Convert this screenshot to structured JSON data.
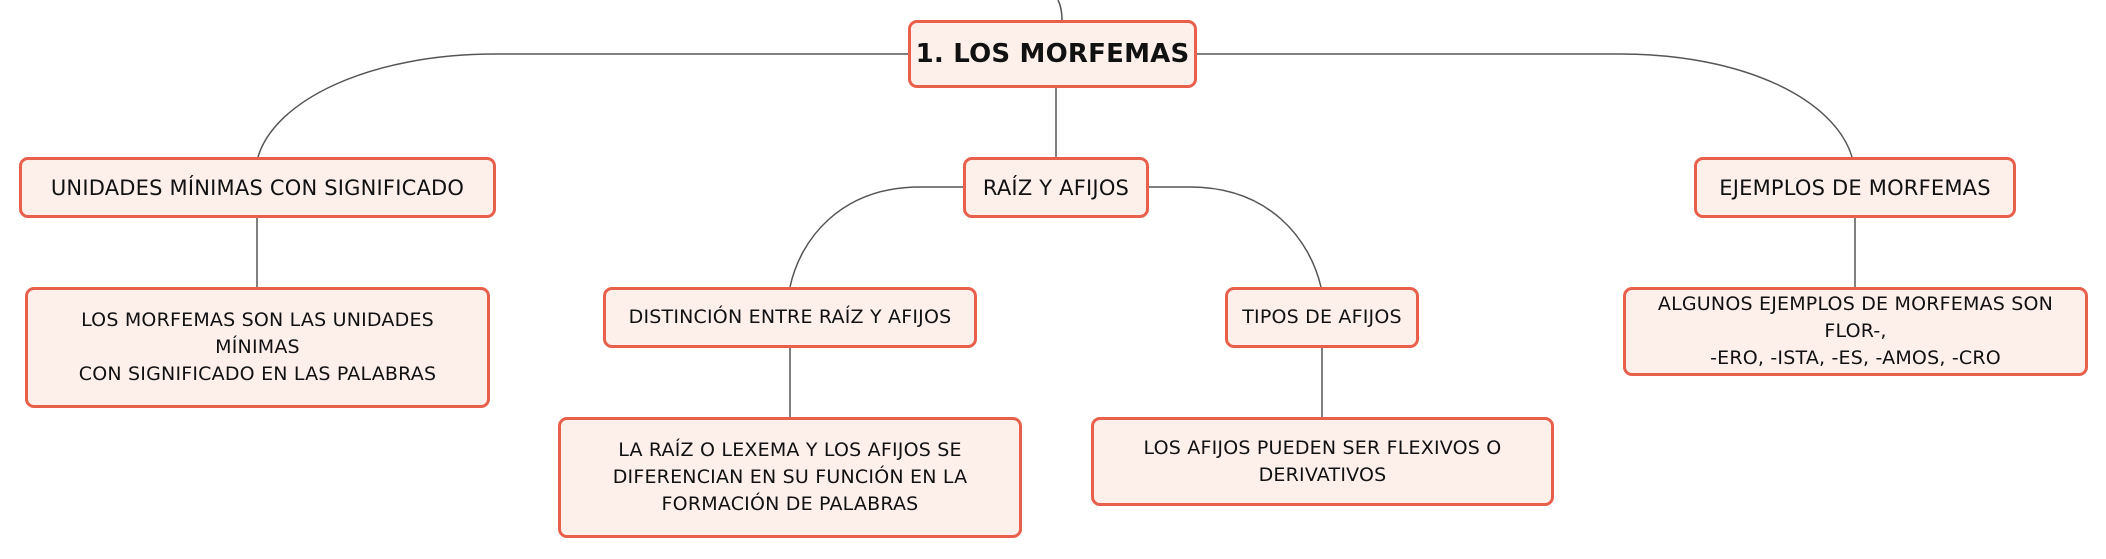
{
  "diagram": {
    "root": {
      "label": "1. LOS MORFEMAS"
    },
    "branches": [
      {
        "label": "UNIDADES MÍNIMAS CON SIGNIFICADO",
        "children": [
          {
            "label": "LOS MORFEMAS SON LAS UNIDADES MÍNIMAS\nCON SIGNIFICADO EN LAS PALABRAS"
          }
        ]
      },
      {
        "label": "RAÍZ Y AFIJOS",
        "children": [
          {
            "label": "DISTINCIÓN ENTRE RAÍZ Y AFIJOS",
            "children": [
              {
                "label": "LA RAÍZ O LEXEMA Y LOS AFIJOS SE\nDIFERENCIAN EN SU FUNCIÓN EN LA\nFORMACIÓN DE PALABRAS"
              }
            ]
          },
          {
            "label": "TIPOS DE AFIJOS",
            "children": [
              {
                "label": "LOS AFIJOS PUEDEN SER FLEXIVOS O\nDERIVATIVOS"
              }
            ]
          }
        ]
      },
      {
        "label": "EJEMPLOS DE MORFEMAS",
        "children": [
          {
            "label": "ALGUNOS EJEMPLOS DE MORFEMAS SON FLOR-,\n-ERO, -ISTA, -ES, -AMOS, -CRO"
          }
        ]
      }
    ]
  },
  "colors": {
    "node_border": "#e8604c",
    "node_fill": "#fdefea",
    "connector": "#555555"
  }
}
